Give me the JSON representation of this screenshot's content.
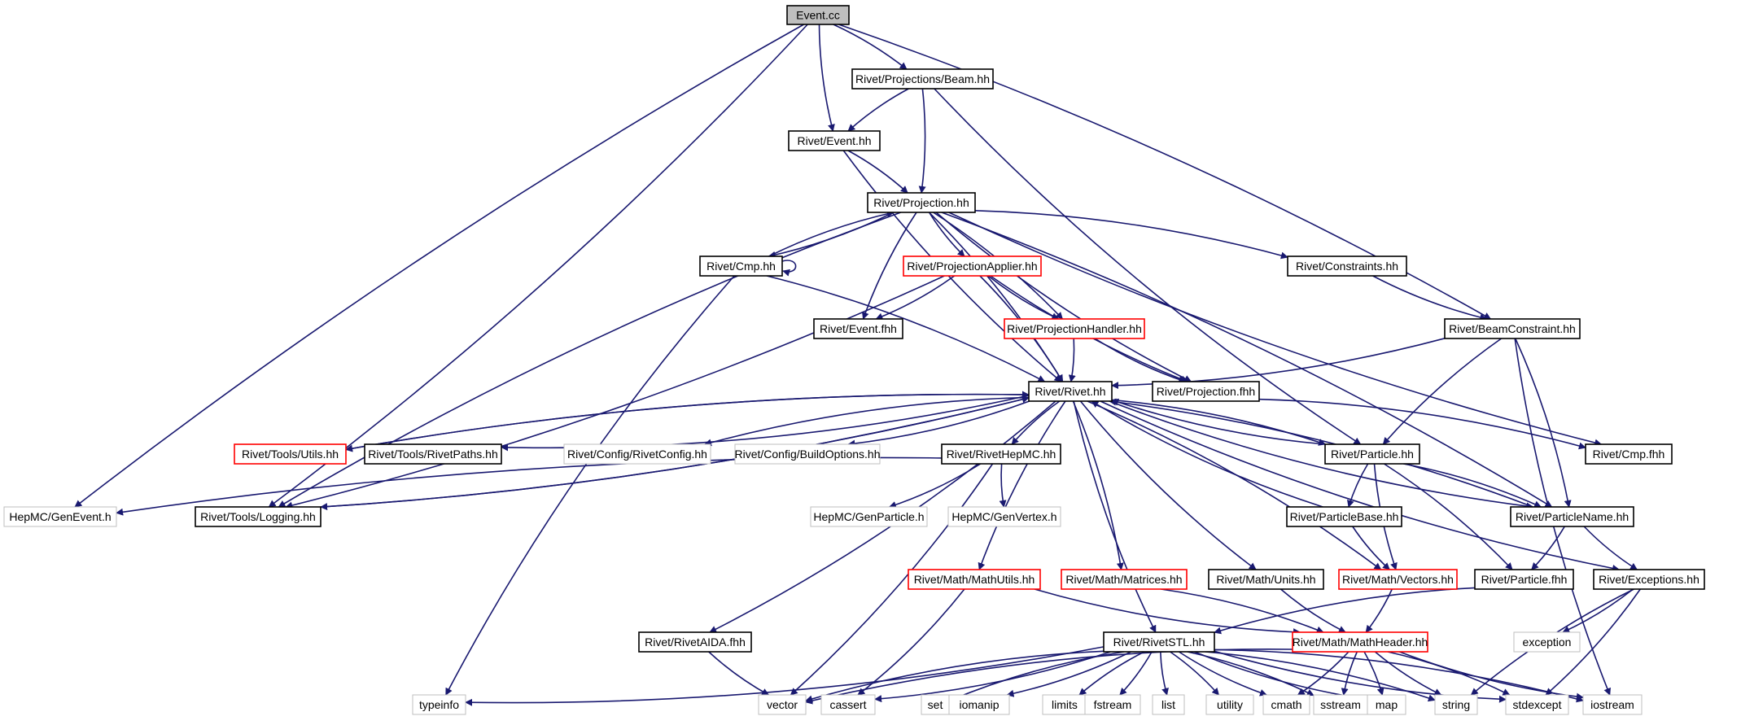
{
  "colors": {
    "edge": "#191970",
    "root_fill": "#bfbfbf",
    "normal_border": "#000000",
    "red_border": "#ff0000",
    "external_border": "#bfbfbf",
    "external_text": "#404040"
  },
  "nodes": [
    {
      "id": "event_cc",
      "label": "Event.cc",
      "kind": "root"
    },
    {
      "id": "beam_hh",
      "label": "Rivet/Projections/Beam.hh",
      "kind": "normal"
    },
    {
      "id": "event_hh",
      "label": "Rivet/Event.hh",
      "kind": "normal"
    },
    {
      "id": "projection_hh",
      "label": "Rivet/Projection.hh",
      "kind": "normal"
    },
    {
      "id": "cmp_hh",
      "label": "Rivet/Cmp.hh",
      "kind": "normal"
    },
    {
      "id": "projapplier",
      "label": "Rivet/ProjectionApplier.hh",
      "kind": "red"
    },
    {
      "id": "constraints",
      "label": "Rivet/Constraints.hh",
      "kind": "normal"
    },
    {
      "id": "event_fhh",
      "label": "Rivet/Event.fhh",
      "kind": "normal"
    },
    {
      "id": "projhandler",
      "label": "Rivet/ProjectionHandler.hh",
      "kind": "red"
    },
    {
      "id": "beamconstraint",
      "label": "Rivet/BeamConstraint.hh",
      "kind": "normal"
    },
    {
      "id": "rivet_hh",
      "label": "Rivet/Rivet.hh",
      "kind": "normal"
    },
    {
      "id": "projection_fhh",
      "label": "Rivet/Projection.fhh",
      "kind": "normal"
    },
    {
      "id": "tools_utils",
      "label": "Rivet/Tools/Utils.hh",
      "kind": "red"
    },
    {
      "id": "tools_paths",
      "label": "Rivet/Tools/RivetPaths.hh",
      "kind": "normal"
    },
    {
      "id": "rivetconfig",
      "label": "Rivet/Config/RivetConfig.hh",
      "kind": "external"
    },
    {
      "id": "buildoptions",
      "label": "Rivet/Config/BuildOptions.hh",
      "kind": "external"
    },
    {
      "id": "rivethepmc",
      "label": "Rivet/RivetHepMC.hh",
      "kind": "normal"
    },
    {
      "id": "particle_hh",
      "label": "Rivet/Particle.hh",
      "kind": "normal"
    },
    {
      "id": "cmp_fhh",
      "label": "Rivet/Cmp.fhh",
      "kind": "normal"
    },
    {
      "id": "genevent",
      "label": "HepMC/GenEvent.h",
      "kind": "external"
    },
    {
      "id": "logging",
      "label": "Rivet/Tools/Logging.hh",
      "kind": "normal"
    },
    {
      "id": "genparticle",
      "label": "HepMC/GenParticle.h",
      "kind": "external"
    },
    {
      "id": "genvertex",
      "label": "HepMC/GenVertex.h",
      "kind": "external"
    },
    {
      "id": "particlebase",
      "label": "Rivet/ParticleBase.hh",
      "kind": "normal"
    },
    {
      "id": "particlename",
      "label": "Rivet/ParticleName.hh",
      "kind": "normal"
    },
    {
      "id": "mathutils",
      "label": "Rivet/Math/MathUtils.hh",
      "kind": "red"
    },
    {
      "id": "matrices",
      "label": "Rivet/Math/Matrices.hh",
      "kind": "red"
    },
    {
      "id": "units",
      "label": "Rivet/Math/Units.hh",
      "kind": "normal"
    },
    {
      "id": "vectors",
      "label": "Rivet/Math/Vectors.hh",
      "kind": "red"
    },
    {
      "id": "particle_fhh",
      "label": "Rivet/Particle.fhh",
      "kind": "normal"
    },
    {
      "id": "exceptions",
      "label": "Rivet/Exceptions.hh",
      "kind": "normal"
    },
    {
      "id": "exception",
      "label": "exception",
      "kind": "external"
    },
    {
      "id": "rivetaida",
      "label": "Rivet/RivetAIDA.fhh",
      "kind": "normal"
    },
    {
      "id": "rivetstl",
      "label": "Rivet/RivetSTL.hh",
      "kind": "normal"
    },
    {
      "id": "mathheader",
      "label": "Rivet/Math/MathHeader.hh",
      "kind": "red"
    },
    {
      "id": "typeinfo",
      "label": "typeinfo",
      "kind": "external"
    },
    {
      "id": "vector",
      "label": "vector",
      "kind": "external"
    },
    {
      "id": "cassert",
      "label": "cassert",
      "kind": "external"
    },
    {
      "id": "set",
      "label": "set",
      "kind": "external"
    },
    {
      "id": "iomanip",
      "label": "iomanip",
      "kind": "external"
    },
    {
      "id": "limits",
      "label": "limits",
      "kind": "external"
    },
    {
      "id": "fstream",
      "label": "fstream",
      "kind": "external"
    },
    {
      "id": "list",
      "label": "list",
      "kind": "external"
    },
    {
      "id": "utility",
      "label": "utility",
      "kind": "external"
    },
    {
      "id": "cmath",
      "label": "cmath",
      "kind": "external"
    },
    {
      "id": "sstream",
      "label": "sstream",
      "kind": "external"
    },
    {
      "id": "map",
      "label": "map",
      "kind": "external"
    },
    {
      "id": "string",
      "label": "string",
      "kind": "external"
    },
    {
      "id": "stdexcept",
      "label": "stdexcept",
      "kind": "external"
    },
    {
      "id": "iostream",
      "label": "iostream",
      "kind": "external"
    }
  ],
  "edges": [
    [
      "event_cc",
      "beam_hh"
    ],
    [
      "event_cc",
      "event_hh"
    ],
    [
      "event_cc",
      "beamconstraint"
    ],
    [
      "event_cc",
      "genevent"
    ],
    [
      "event_cc",
      "logging"
    ],
    [
      "beam_hh",
      "event_hh"
    ],
    [
      "beam_hh",
      "projection_hh"
    ],
    [
      "beam_hh",
      "particle_hh"
    ],
    [
      "event_hh",
      "projection_hh"
    ],
    [
      "event_hh",
      "rivet_hh"
    ],
    [
      "projection_hh",
      "cmp_hh"
    ],
    [
      "projection_hh",
      "projapplier"
    ],
    [
      "projection_hh",
      "constraints"
    ],
    [
      "projection_hh",
      "event_fhh"
    ],
    [
      "projection_hh",
      "projhandler"
    ],
    [
      "projection_hh",
      "projection_fhh"
    ],
    [
      "projection_hh",
      "rivet_hh"
    ],
    [
      "projection_hh",
      "cmp_fhh"
    ],
    [
      "projection_hh",
      "particlename"
    ],
    [
      "projection_hh",
      "logging"
    ],
    [
      "cmp_hh",
      "projection_hh"
    ],
    [
      "cmp_hh",
      "cmp_hh"
    ],
    [
      "cmp_hh",
      "rivet_hh"
    ],
    [
      "cmp_hh",
      "typeinfo"
    ],
    [
      "projapplier",
      "event_fhh"
    ],
    [
      "projapplier",
      "projhandler"
    ],
    [
      "projapplier",
      "rivet_hh"
    ],
    [
      "projapplier",
      "projection_fhh"
    ],
    [
      "projapplier",
      "logging"
    ],
    [
      "constraints",
      "beamconstraint"
    ],
    [
      "projhandler",
      "rivet_hh"
    ],
    [
      "projhandler",
      "projection_fhh"
    ],
    [
      "beamconstraint",
      "rivet_hh"
    ],
    [
      "beamconstraint",
      "particle_hh"
    ],
    [
      "beamconstraint",
      "particlename"
    ],
    [
      "beamconstraint",
      "iostream"
    ],
    [
      "projection_fhh",
      "cmp_fhh"
    ],
    [
      "rivet_hh",
      "tools_utils"
    ],
    [
      "rivet_hh",
      "tools_paths"
    ],
    [
      "rivet_hh",
      "rivetconfig"
    ],
    [
      "rivet_hh",
      "buildoptions"
    ],
    [
      "rivet_hh",
      "rivethepmc"
    ],
    [
      "rivet_hh",
      "particle_hh"
    ],
    [
      "rivet_hh",
      "particlename"
    ],
    [
      "rivet_hh",
      "logging"
    ],
    [
      "rivet_hh",
      "mathutils"
    ],
    [
      "rivet_hh",
      "matrices"
    ],
    [
      "rivet_hh",
      "units"
    ],
    [
      "rivet_hh",
      "vectors"
    ],
    [
      "rivet_hh",
      "exceptions"
    ],
    [
      "rivet_hh",
      "rivetaida"
    ],
    [
      "rivet_hh",
      "rivetstl"
    ],
    [
      "tools_utils",
      "rivet_hh"
    ],
    [
      "logging",
      "rivet_hh"
    ],
    [
      "particlebase",
      "rivet_hh"
    ],
    [
      "particlename",
      "rivet_hh"
    ],
    [
      "particle_hh",
      "rivet_hh"
    ],
    [
      "rivethepmc",
      "genevent"
    ],
    [
      "rivethepmc",
      "genparticle"
    ],
    [
      "rivethepmc",
      "genvertex"
    ],
    [
      "rivethepmc",
      "vector"
    ],
    [
      "particle_hh",
      "particlebase"
    ],
    [
      "particle_hh",
      "particlename"
    ],
    [
      "particle_hh",
      "vectors"
    ],
    [
      "particle_hh",
      "particle_fhh"
    ],
    [
      "particlebase",
      "vectors"
    ],
    [
      "particlename",
      "particle_fhh"
    ],
    [
      "particlename",
      "exceptions"
    ],
    [
      "mathutils",
      "cassert"
    ],
    [
      "mathutils",
      "mathheader"
    ],
    [
      "matrices",
      "mathheader"
    ],
    [
      "units",
      "mathheader"
    ],
    [
      "vectors",
      "mathheader"
    ],
    [
      "particle_fhh",
      "rivetstl"
    ],
    [
      "exceptions",
      "exception"
    ],
    [
      "exceptions",
      "string"
    ],
    [
      "exceptions",
      "stdexcept"
    ],
    [
      "rivetaida",
      "vector"
    ],
    [
      "rivetstl",
      "typeinfo"
    ],
    [
      "rivetstl",
      "vector"
    ],
    [
      "rivetstl",
      "cassert"
    ],
    [
      "rivetstl",
      "set"
    ],
    [
      "rivetstl",
      "iomanip"
    ],
    [
      "rivetstl",
      "limits"
    ],
    [
      "rivetstl",
      "fstream"
    ],
    [
      "rivetstl",
      "list"
    ],
    [
      "rivetstl",
      "utility"
    ],
    [
      "rivetstl",
      "cmath"
    ],
    [
      "rivetstl",
      "sstream"
    ],
    [
      "rivetstl",
      "map"
    ],
    [
      "rivetstl",
      "string"
    ],
    [
      "rivetstl",
      "stdexcept"
    ],
    [
      "rivetstl",
      "iostream"
    ],
    [
      "mathheader",
      "vector"
    ],
    [
      "mathheader",
      "cmath"
    ],
    [
      "mathheader",
      "sstream"
    ],
    [
      "mathheader",
      "map"
    ],
    [
      "mathheader",
      "string"
    ],
    [
      "mathheader",
      "stdexcept"
    ],
    [
      "mathheader",
      "iostream"
    ]
  ]
}
